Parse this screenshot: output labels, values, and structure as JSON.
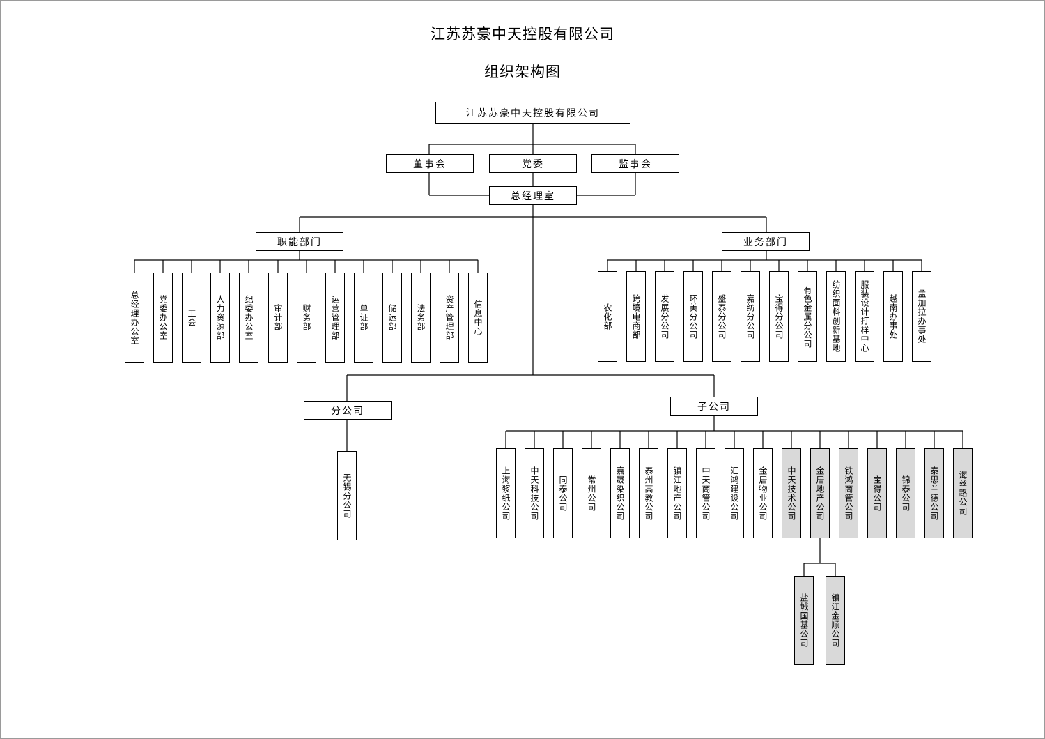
{
  "title": "江苏苏豪中天控股有限公司",
  "subtitle": "组织架构图",
  "top": "江苏苏豪中天控股有限公司",
  "governance": [
    "董事会",
    "党委",
    "监事会"
  ],
  "gm_office": "总经理室",
  "functional": {
    "label": "职能部门",
    "items": [
      "总经理办公室",
      "党委办公室",
      "工会",
      "人力资源部",
      "纪委办公室",
      "审计部",
      "财务部",
      "运营管理部",
      "单证部",
      "储运部",
      "法务部",
      "资产管理部",
      "信息中心"
    ]
  },
  "business": {
    "label": "业务部门",
    "items": [
      "农化部",
      "跨境电商部",
      "发展分公司",
      "环美分公司",
      "盛泰分公司",
      "嘉纺分公司",
      "宝得分公司",
      "有色金属分公司",
      "纺织面料创新基地",
      "服装设计打样中心",
      "越南办事处",
      "孟加拉办事处"
    ]
  },
  "branch": {
    "label": "分公司",
    "items": [
      "无锡分公司"
    ]
  },
  "subsidiary": {
    "label": "子公司",
    "items": [
      {
        "name": "上海浆纸公司",
        "shaded": false
      },
      {
        "name": "中天科技公司",
        "shaded": false
      },
      {
        "name": "同泰公司",
        "shaded": false
      },
      {
        "name": "常州公司",
        "shaded": false
      },
      {
        "name": "嘉晟染织公司",
        "shaded": false
      },
      {
        "name": "泰州高教公司",
        "shaded": false
      },
      {
        "name": "镇江地产公司",
        "shaded": false
      },
      {
        "name": "中天商管公司",
        "shaded": false
      },
      {
        "name": "汇鸿建设公司",
        "shaded": false
      },
      {
        "name": "金居物业公司",
        "shaded": false
      },
      {
        "name": "中天技术公司",
        "shaded": true
      },
      {
        "name": "金居地产公司",
        "shaded": true
      },
      {
        "name": "铁鸿商管公司",
        "shaded": true
      },
      {
        "name": "宝得公司",
        "shaded": true
      },
      {
        "name": "锦泰公司",
        "shaded": true
      },
      {
        "name": "泰思兰德公司",
        "shaded": true
      },
      {
        "name": "海丝路公司",
        "shaded": true
      }
    ],
    "children_of_jinju": [
      "盐城国基公司",
      "镇江金顺公司"
    ]
  },
  "colors": {
    "line": "#000000",
    "shaded_box": "#d9d9d9",
    "page_border": "#9a9a9a"
  }
}
